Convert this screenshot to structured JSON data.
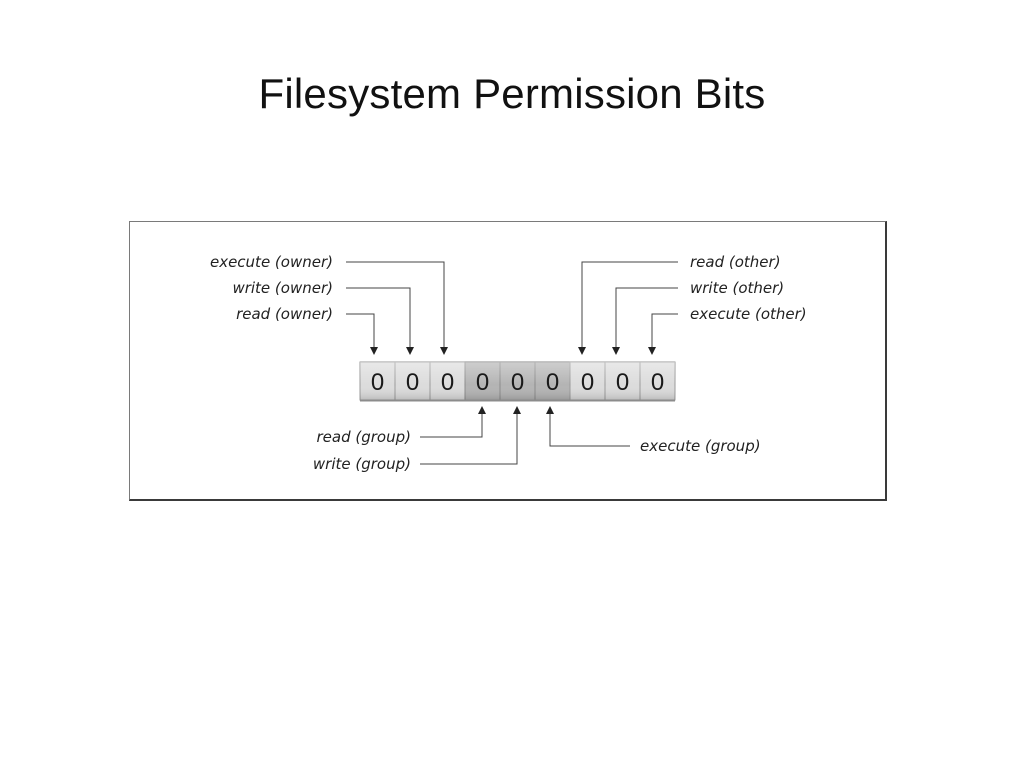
{
  "slide": {
    "title": "Filesystem Permission Bits"
  },
  "diagram": {
    "bits": [
      "0",
      "0",
      "0",
      "0",
      "0",
      "0",
      "0",
      "0",
      "0"
    ],
    "labels": {
      "execute_owner": "execute (owner)",
      "write_owner": "write (owner)",
      "read_owner": "read (owner)",
      "read_other": "read (other)",
      "write_other": "write (other)",
      "execute_other": "execute (other)",
      "read_group": "read (group)",
      "write_group": "write (group)",
      "execute_group": "execute (group)"
    },
    "colors": {
      "owner_cells": "#dcdcdc",
      "group_cells": "#b4b4b4",
      "other_cells": "#dcdcdc"
    }
  }
}
